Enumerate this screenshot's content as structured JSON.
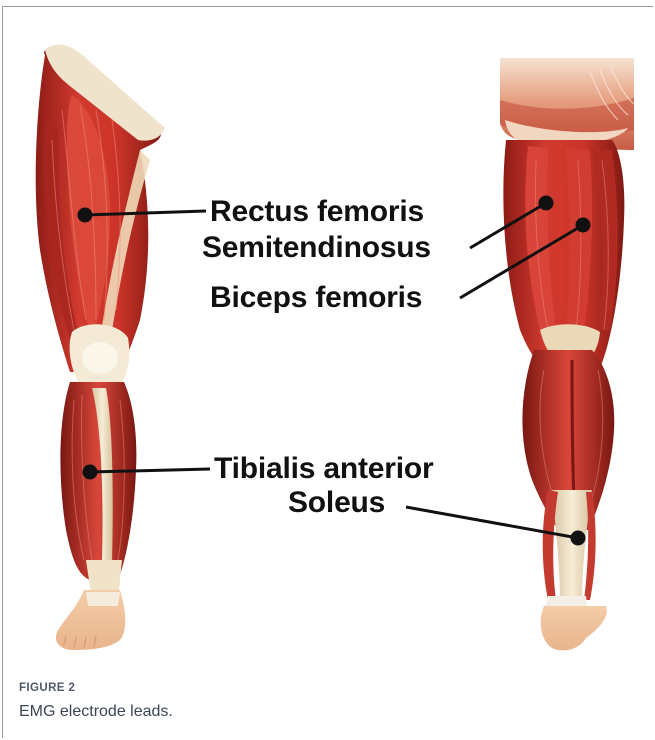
{
  "figure": {
    "label": "FIGURE 2",
    "caption": "EMG electrode leads."
  },
  "muscle_labels": {
    "rectus_femoris": "Rectus femoris",
    "semitendinosus": "Semitendinosus",
    "biceps_femoris": "Biceps femoris",
    "tibialis_anterior": "Tibialis anterior",
    "soleus": "Soleus"
  },
  "colors": {
    "muscle_red": "#c8322a",
    "muscle_dark": "#8e1c16",
    "tendon": "#efe1c4",
    "skin": "#f2c7a0",
    "leader_line": "#111111",
    "frame_border": "#9a9a9a"
  }
}
